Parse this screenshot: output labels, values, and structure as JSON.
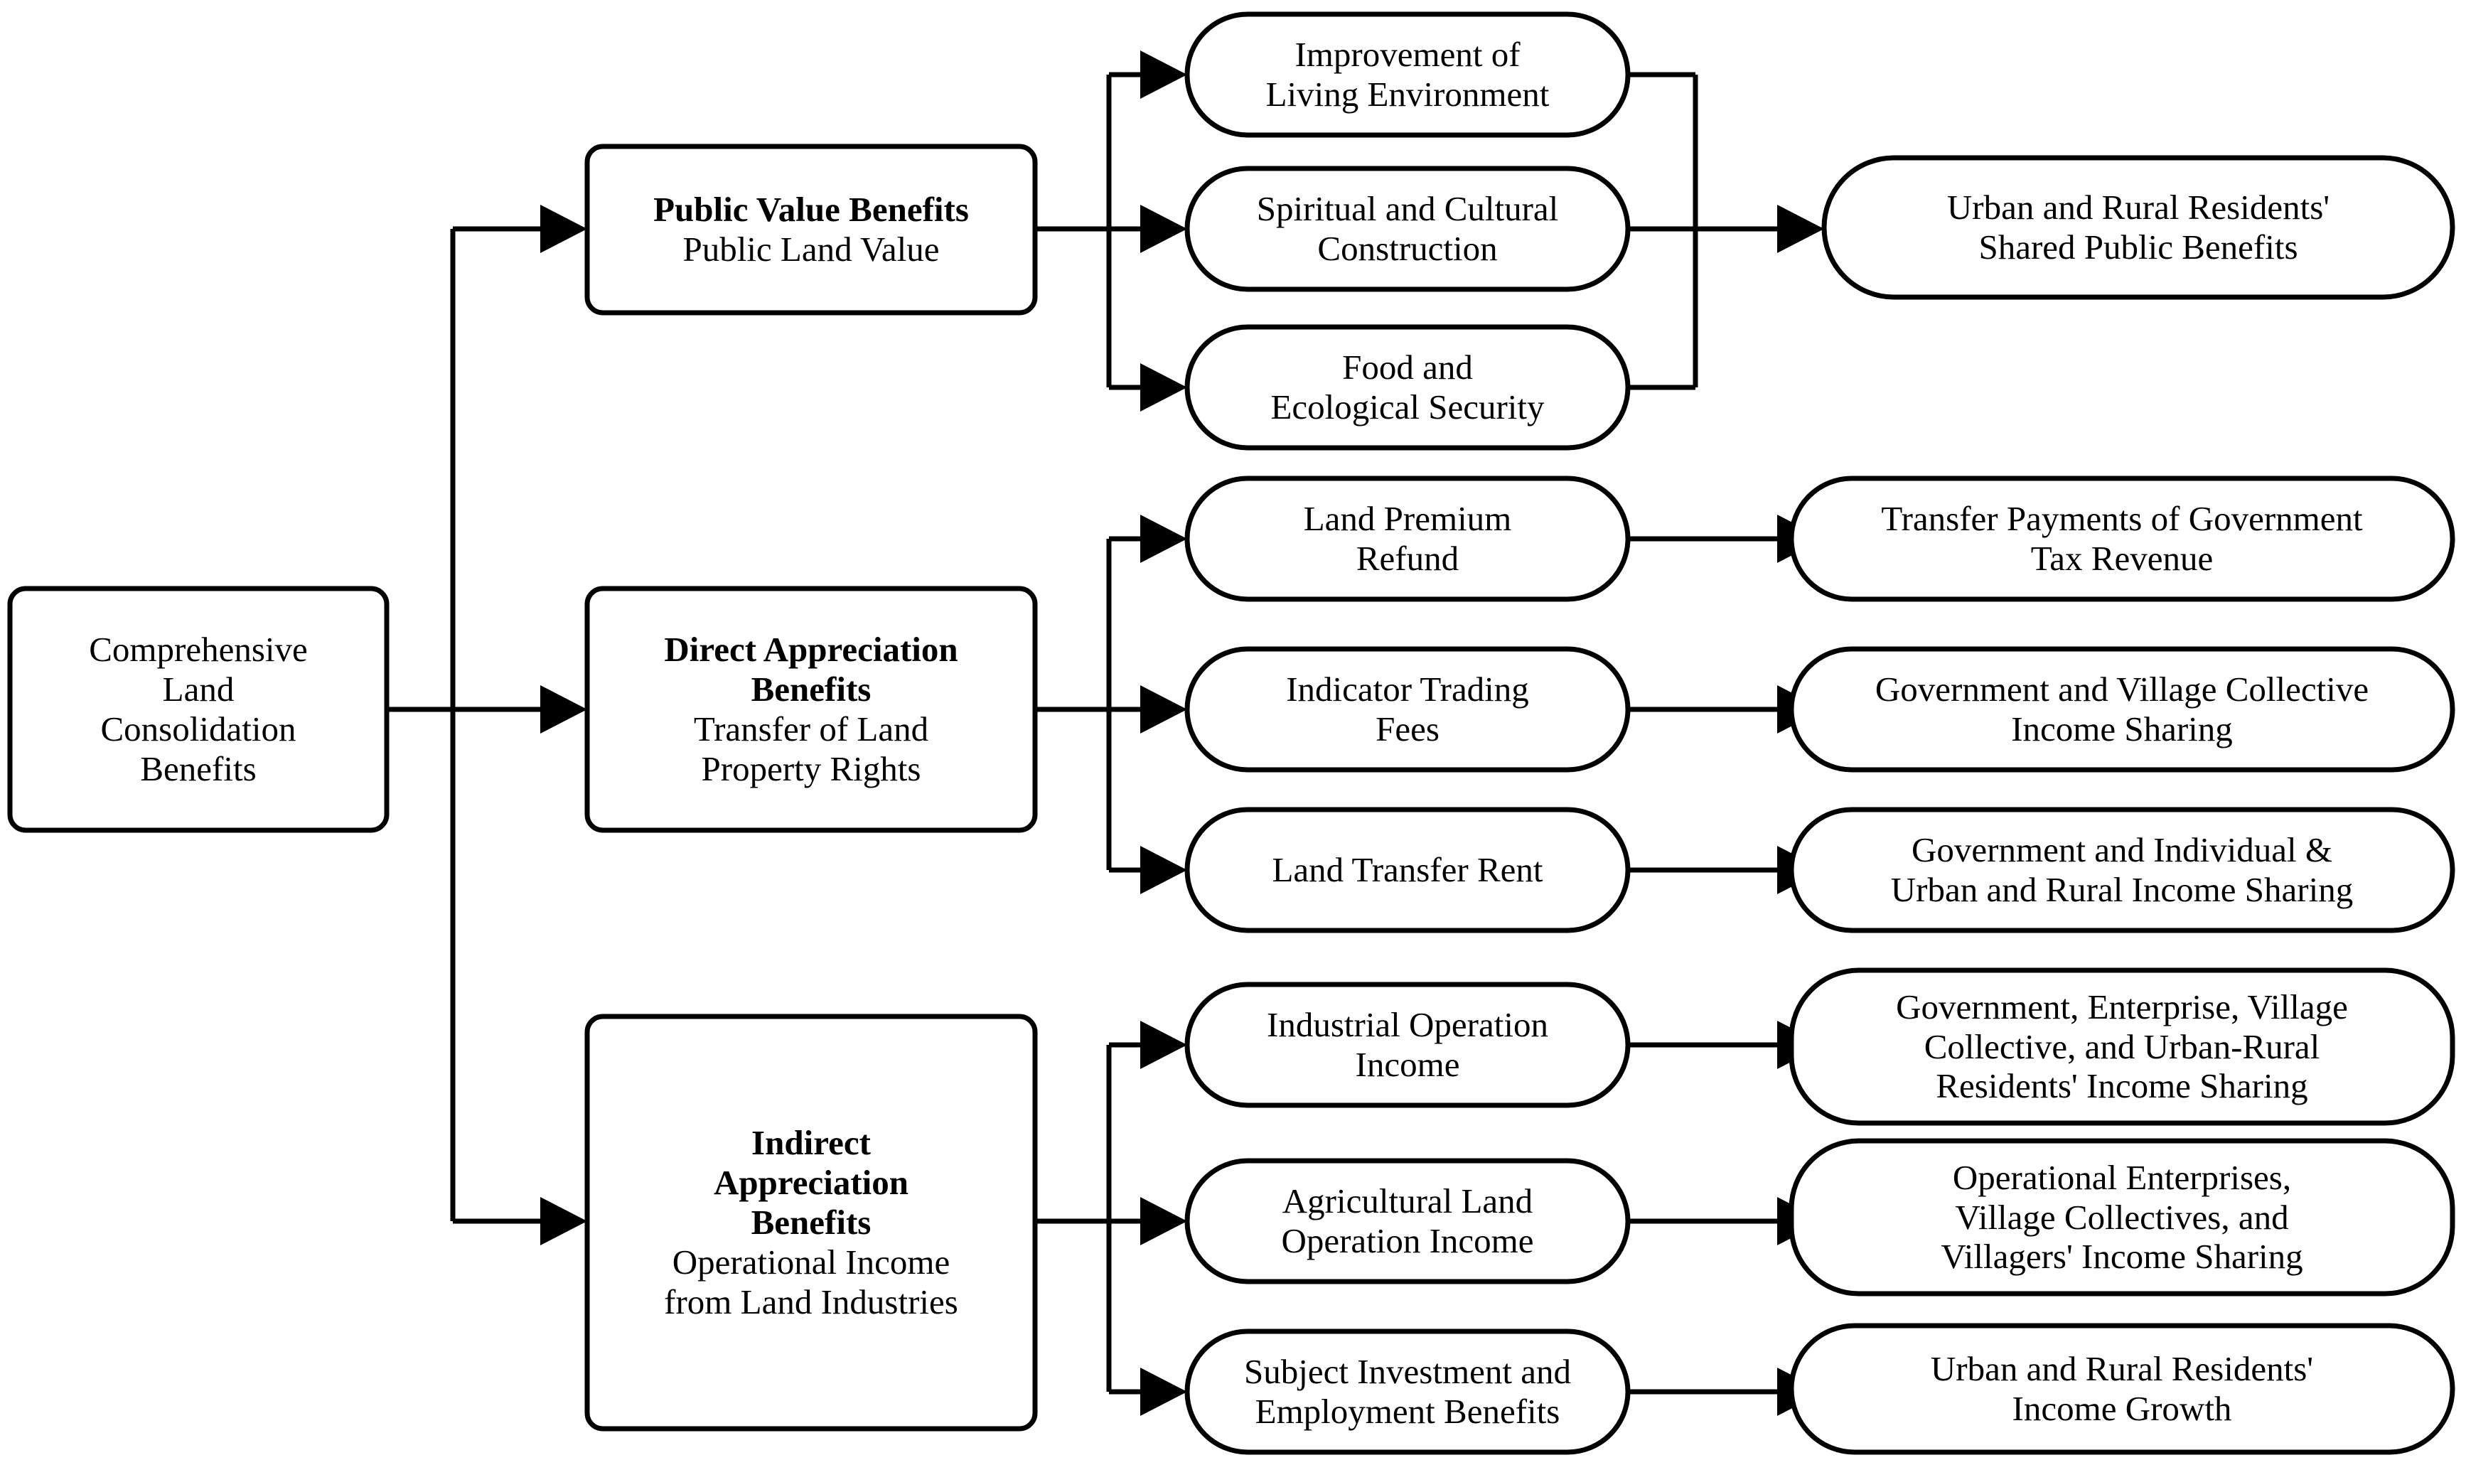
{
  "diagram": {
    "type": "flowchart",
    "orientation": "left-to-right",
    "title": "Comprehensive Land Consolidation Benefits",
    "colors": {
      "background": "#ffffff",
      "stroke": "#000000",
      "node_fill": "#ffffff",
      "text": "#000000"
    },
    "root": {
      "id": "root",
      "label": "Comprehensive\nLand\nConsolidation\nBenefits",
      "shape": "rounded-rect"
    },
    "branches": [
      {
        "id": "public-value-benefits",
        "title": "Public Value Benefits",
        "subtitle": "Public Land Value",
        "shape": "rounded-rect",
        "children": [
          {
            "id": "improvement-of-living-environment",
            "label": "Improvement of\nLiving Environment",
            "shape": "stadium"
          },
          {
            "id": "spiritual-and-cultural-construction",
            "label": "Spiritual and Cultural\nConstruction",
            "shape": "stadium"
          },
          {
            "id": "food-and-ecological-security",
            "label": "Food and\nEcological Security",
            "shape": "stadium"
          }
        ],
        "merge": true,
        "outcomes": [
          {
            "id": "urban-rural-shared-public-benefits",
            "label": "Urban and Rural Residents'\nShared Public Benefits",
            "shape": "stadium"
          }
        ]
      },
      {
        "id": "direct-appreciation-benefits",
        "title": "Direct Appreciation\nBenefits",
        "subtitle": "Transfer of Land\nProperty Rights",
        "shape": "rounded-rect",
        "children": [
          {
            "id": "land-premium-refund",
            "label": "Land Premium\nRefund",
            "shape": "stadium"
          },
          {
            "id": "indicator-trading-fees",
            "label": "Indicator Trading\nFees",
            "shape": "stadium"
          },
          {
            "id": "land-transfer-rent",
            "label": "Land Transfer Rent",
            "shape": "stadium"
          }
        ],
        "merge": false,
        "outcomes": [
          {
            "id": "transfer-payments-government-tax-revenue",
            "label": "Transfer Payments of Government\nTax Revenue",
            "shape": "stadium"
          },
          {
            "id": "government-village-collective-income-sharing",
            "label": "Government and Village Collective\nIncome Sharing",
            "shape": "stadium"
          },
          {
            "id": "government-individual-urban-rural-income-sharing",
            "label": "Government and Individual &\nUrban and Rural Income Sharing",
            "shape": "stadium"
          }
        ]
      },
      {
        "id": "indirect-appreciation-benefits",
        "title": "Indirect\nAppreciation\nBenefits",
        "subtitle": "Operational Income\nfrom Land Industries",
        "shape": "rounded-rect",
        "children": [
          {
            "id": "industrial-operation-income",
            "label": "Industrial Operation\nIncome",
            "shape": "stadium"
          },
          {
            "id": "agricultural-land-operation-income",
            "label": "Agricultural Land\nOperation Income",
            "shape": "stadium"
          },
          {
            "id": "subject-investment-and-employment-benefits",
            "label": "Subject Investment and\nEmployment Benefits",
            "shape": "stadium"
          }
        ],
        "merge": false,
        "outcomes": [
          {
            "id": "government-enterprise-village-urban-rural-income-sharing",
            "label": "Government, Enterprise, Village\nCollective, and Urban-Rural\nResidents' Income Sharing",
            "shape": "stadium"
          },
          {
            "id": "operational-enterprises-village-collectives-villagers-income-sharing",
            "label": "Operational Enterprises,\nVillage Collectives, and\nVillagers' Income Sharing",
            "shape": "stadium"
          },
          {
            "id": "urban-rural-residents-income-growth",
            "label": "Urban and Rural Residents'\nIncome Growth",
            "shape": "stadium"
          }
        ]
      }
    ]
  }
}
